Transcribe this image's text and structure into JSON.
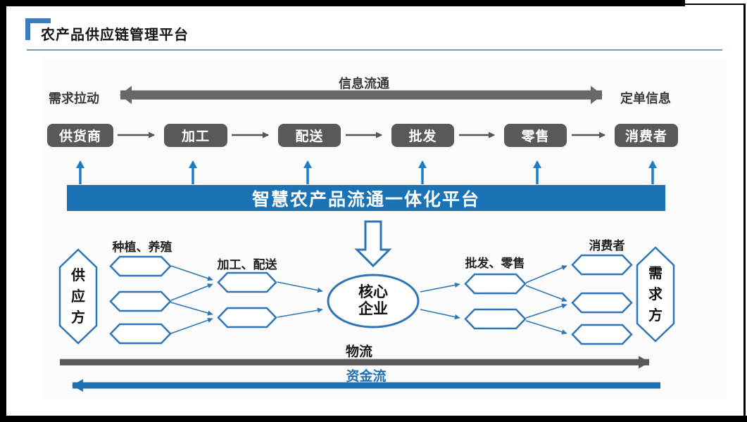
{
  "header": {
    "title": "农产品供应链管理平台"
  },
  "info_flow": {
    "left_label": "需求拉动",
    "center_label": "信息流通",
    "right_label": "定单信息"
  },
  "chain": [
    "供货商",
    "加工",
    "配送",
    "批发",
    "零售",
    "消费者"
  ],
  "platform": {
    "label": "智慧农产品流通一体化平台"
  },
  "network": {
    "supply_label": "供应方",
    "demand_label": "需求方",
    "group_labels": [
      "种植、养殖",
      "加工、配送",
      "批发、零售",
      "消费者"
    ],
    "core_label": "核心企业"
  },
  "bottom_flows": {
    "logistics_label": "物流",
    "capital_label": "资金流"
  },
  "colors": {
    "accent_blue": "#1b72b4",
    "shape_border_blue": "#2e75b6",
    "bright_arrow_blue": "#1b7cc8",
    "box_gray": "#595959",
    "arrow_gray": "#686868",
    "frame_black": "#000000"
  }
}
